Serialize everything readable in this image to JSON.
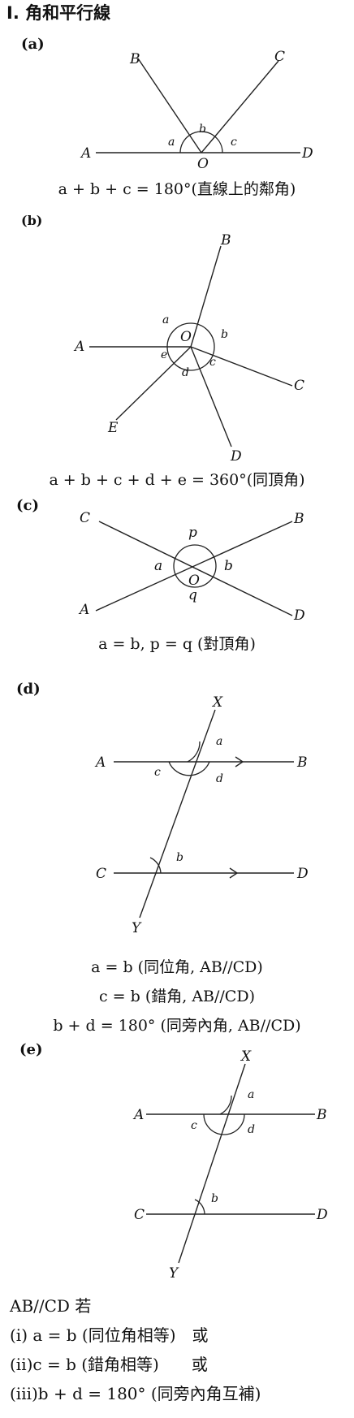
{
  "title": "I.  角和平行線",
  "sections": {
    "a": {
      "label": "(a)",
      "points": {
        "A": "A",
        "B": "B",
        "C": "C",
        "D": "D",
        "O": "O"
      },
      "angles": {
        "a": "a",
        "b": "b",
        "c": "c"
      },
      "caption": "a + b + c = 180°(直線上的鄰角)"
    },
    "b": {
      "label": "(b)",
      "points": {
        "A": "A",
        "B": "B",
        "C": "C",
        "D": "D",
        "E": "E",
        "O": "O"
      },
      "angles": {
        "a": "a",
        "b": "b",
        "c": "c",
        "d": "d",
        "e": "e"
      },
      "caption": "a + b + c + d + e = 360°(同頂角)"
    },
    "c": {
      "label": "(c)",
      "points": {
        "A": "A",
        "B": "B",
        "C": "C",
        "D": "D",
        "O": "O"
      },
      "angles": {
        "a": "a",
        "b": "b",
        "p": "p",
        "q": "q"
      },
      "caption": "a = b, p = q (對頂角)"
    },
    "d": {
      "label": "(d)",
      "points": {
        "A": "A",
        "B": "B",
        "C": "C",
        "D": "D",
        "X": "X",
        "Y": "Y"
      },
      "angles": {
        "a": "a",
        "b": "b",
        "c": "c",
        "d": "d"
      },
      "captions": [
        "a = b (同位角, AB//CD)",
        "c = b (錯角, AB//CD)",
        "b + d = 180° (同旁內角, AB//CD)"
      ]
    },
    "e": {
      "label": "(e)",
      "points": {
        "A": "A",
        "B": "B",
        "C": "C",
        "D": "D",
        "X": "X",
        "Y": "Y"
      },
      "angles": {
        "a": "a",
        "b": "b",
        "c": "c",
        "d": "d"
      },
      "conditions": [
        "AB//CD 若",
        "(i) a = b (同位角相等)　或",
        "(ii)c = b (錯角相等)　　或",
        "(iii)b + d = 180° (同旁內角互補)"
      ]
    }
  }
}
